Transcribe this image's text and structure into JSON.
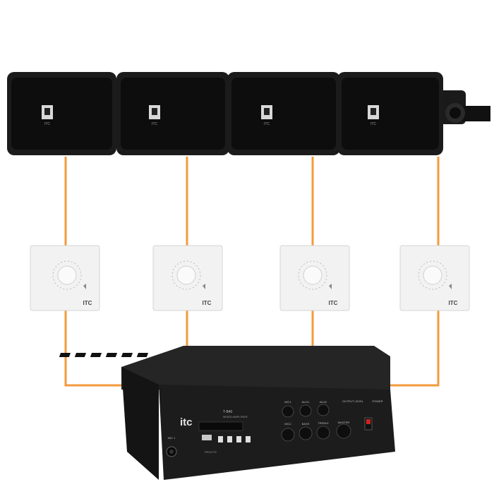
{
  "colors": {
    "wire": "#F39A3C",
    "speaker_body": "#1b1b1b",
    "speaker_grille": "#0d0d0d",
    "panel": "#f2f2f2",
    "amp_body": "#1c1c1c"
  },
  "speakers": [
    {
      "logo_text": "ITC"
    },
    {
      "logo_text": "ITC"
    },
    {
      "logo_text": "ITC"
    },
    {
      "logo_text": "ITC"
    }
  ],
  "volume_controls": [
    {
      "brand": "ITC"
    },
    {
      "brand": "ITC"
    },
    {
      "brand": "ITC"
    },
    {
      "brand": "ITC"
    }
  ],
  "amplifier": {
    "brand": "itc",
    "model": "T-B40",
    "subtitle": "MIXED AMPLIFIER",
    "channel_labels": [
      "MIC1",
      "AUX1",
      "AUX2"
    ],
    "lower_labels": [
      "MIC2",
      "BASS",
      "TREBLE",
      "MASTER"
    ],
    "output_label": "OUTPUT LEVEL",
    "power_label": "POWER",
    "player_label": "REMOTE",
    "input_label": "MIC 1"
  },
  "icons": [
    "speaker-icon",
    "knob-icon",
    "usb-port-icon",
    "power-switch-icon"
  ]
}
